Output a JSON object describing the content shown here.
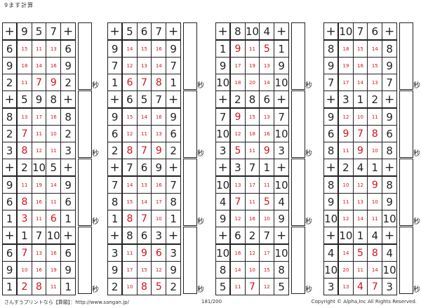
{
  "header": {
    "title": "9ます計算"
  },
  "seconds_label": "秒",
  "rows": [
    [
      {
        "op": "+",
        "top": [
          "9",
          "5",
          "7",
          "+"
        ],
        "left": [
          "6",
          "9",
          "2"
        ],
        "right": [
          "6",
          "9",
          "2"
        ],
        "cells": [
          [
            "15",
            "11",
            "13"
          ],
          [
            "18",
            "14",
            "16"
          ],
          [
            "11",
            "7",
            "9"
          ]
        ],
        "big": [
          [
            0,
            0,
            0
          ],
          [
            0,
            0,
            0
          ],
          [
            0,
            1,
            1
          ]
        ]
      },
      {
        "op": "+",
        "top": [
          "5",
          "6",
          "7",
          "+"
        ],
        "left": [
          "9",
          "7",
          "1"
        ],
        "right": [
          "9",
          "7",
          "1"
        ],
        "cells": [
          [
            "14",
            "15",
            "16"
          ],
          [
            "12",
            "13",
            "14"
          ],
          [
            "6",
            "7",
            "8"
          ]
        ],
        "big": [
          [
            0,
            0,
            0
          ],
          [
            0,
            0,
            0
          ],
          [
            1,
            1,
            1
          ]
        ]
      },
      {
        "op": "+",
        "top": [
          "8",
          "10",
          "4",
          "+"
        ],
        "left": [
          "1",
          "9",
          "10"
        ],
        "right": [
          "1",
          "9",
          "10"
        ],
        "cells": [
          [
            "9",
            "11",
            "5"
          ],
          [
            "17",
            "19",
            "13"
          ],
          [
            "18",
            "20",
            "14"
          ]
        ],
        "big": [
          [
            1,
            0,
            1
          ],
          [
            0,
            0,
            0
          ],
          [
            0,
            0,
            0
          ]
        ]
      },
      {
        "op": "+",
        "top": [
          "10",
          "7",
          "6",
          "+"
        ],
        "left": [
          "8",
          "9",
          "7"
        ],
        "right": [
          "8",
          "9",
          "7"
        ],
        "cells": [
          [
            "18",
            "15",
            "14"
          ],
          [
            "19",
            "16",
            "15"
          ],
          [
            "17",
            "14",
            "13"
          ]
        ],
        "big": [
          [
            0,
            0,
            0
          ],
          [
            0,
            0,
            0
          ],
          [
            0,
            0,
            0
          ]
        ]
      }
    ],
    [
      {
        "op": "+",
        "top": [
          "5",
          "9",
          "8",
          "+"
        ],
        "left": [
          "8",
          "2",
          "3"
        ],
        "right": [
          "8",
          "2",
          "3"
        ],
        "cells": [
          [
            "13",
            "17",
            "16"
          ],
          [
            "7",
            "11",
            "10"
          ],
          [
            "8",
            "12",
            "11"
          ]
        ],
        "big": [
          [
            0,
            0,
            0
          ],
          [
            1,
            0,
            0
          ],
          [
            1,
            0,
            0
          ]
        ]
      },
      {
        "op": "+",
        "top": [
          "6",
          "5",
          "7",
          "+"
        ],
        "left": [
          "9",
          "6",
          "2"
        ],
        "right": [
          "9",
          "6",
          "2"
        ],
        "cells": [
          [
            "15",
            "14",
            "16"
          ],
          [
            "12",
            "11",
            "13"
          ],
          [
            "8",
            "7",
            "9"
          ]
        ],
        "big": [
          [
            0,
            0,
            0
          ],
          [
            0,
            0,
            0
          ],
          [
            1,
            1,
            1
          ]
        ]
      },
      {
        "op": "+",
        "top": [
          "2",
          "8",
          "6",
          "+"
        ],
        "left": [
          "7",
          "10",
          "3"
        ],
        "right": [
          "7",
          "10",
          "3"
        ],
        "cells": [
          [
            "9",
            "15",
            "13"
          ],
          [
            "12",
            "18",
            "16"
          ],
          [
            "5",
            "11",
            "9"
          ]
        ],
        "big": [
          [
            1,
            0,
            0
          ],
          [
            0,
            0,
            0
          ],
          [
            1,
            0,
            1
          ]
        ]
      },
      {
        "op": "+",
        "top": [
          "3",
          "1",
          "2",
          "+"
        ],
        "left": [
          "9",
          "6",
          "8"
        ],
        "right": [
          "9",
          "6",
          "8"
        ],
        "cells": [
          [
            "12",
            "10",
            "11"
          ],
          [
            "9",
            "7",
            "8"
          ],
          [
            "11",
            "9",
            "10"
          ]
        ],
        "big": [
          [
            0,
            0,
            0
          ],
          [
            1,
            1,
            1
          ],
          [
            0,
            1,
            0
          ]
        ]
      }
    ],
    [
      {
        "op": "+",
        "top": [
          "2",
          "10",
          "5",
          "+"
        ],
        "left": [
          "9",
          "6",
          "1"
        ],
        "right": [
          "9",
          "6",
          "1"
        ],
        "cells": [
          [
            "11",
            "19",
            "14"
          ],
          [
            "8",
            "16",
            "11"
          ],
          [
            "3",
            "11",
            "6"
          ]
        ],
        "big": [
          [
            0,
            0,
            0
          ],
          [
            1,
            0,
            0
          ],
          [
            1,
            0,
            1
          ]
        ]
      },
      {
        "op": "+",
        "top": [
          "7",
          "6",
          "9",
          "+"
        ],
        "left": [
          "7",
          "8",
          "1"
        ],
        "right": [
          "7",
          "8",
          "1"
        ],
        "cells": [
          [
            "14",
            "13",
            "16"
          ],
          [
            "15",
            "14",
            "17"
          ],
          [
            "8",
            "7",
            "10"
          ]
        ],
        "big": [
          [
            0,
            0,
            0
          ],
          [
            0,
            0,
            0
          ],
          [
            1,
            1,
            0
          ]
        ]
      },
      {
        "op": "+",
        "top": [
          "3",
          "7",
          "1",
          "+"
        ],
        "left": [
          "10",
          "4",
          "9"
        ],
        "right": [
          "10",
          "4",
          "9"
        ],
        "cells": [
          [
            "13",
            "17",
            "11"
          ],
          [
            "7",
            "11",
            "5"
          ],
          [
            "12",
            "16",
            "10"
          ]
        ],
        "big": [
          [
            0,
            0,
            0
          ],
          [
            1,
            0,
            1
          ],
          [
            0,
            0,
            0
          ]
        ]
      },
      {
        "op": "+",
        "top": [
          "2",
          "4",
          "1",
          "+"
        ],
        "left": [
          "8",
          "9",
          "10"
        ],
        "right": [
          "8",
          "9",
          "10"
        ],
        "cells": [
          [
            "10",
            "12",
            "9"
          ],
          [
            "11",
            "13",
            "10"
          ],
          [
            "12",
            "14",
            "11"
          ]
        ],
        "big": [
          [
            0,
            0,
            1
          ],
          [
            0,
            0,
            0
          ],
          [
            0,
            0,
            0
          ]
        ]
      }
    ],
    [
      {
        "op": "+",
        "top": [
          "1",
          "7",
          "10",
          "+"
        ],
        "left": [
          "6",
          "9",
          "1"
        ],
        "right": [
          "6",
          "9",
          "1"
        ],
        "cells": [
          [
            "7",
            "13",
            "16"
          ],
          [
            "10",
            "16",
            "19"
          ],
          [
            "2",
            "8",
            "11"
          ]
        ],
        "big": [
          [
            1,
            0,
            0
          ],
          [
            0,
            0,
            0
          ],
          [
            1,
            1,
            0
          ]
        ]
      },
      {
        "op": "+",
        "top": [
          "8",
          "6",
          "3",
          "+"
        ],
        "left": [
          "3",
          "9",
          "2"
        ],
        "right": [
          "3",
          "9",
          "2"
        ],
        "cells": [
          [
            "11",
            "9",
            "6"
          ],
          [
            "17",
            "15",
            "12"
          ],
          [
            "10",
            "8",
            "5"
          ]
        ],
        "big": [
          [
            0,
            1,
            1
          ],
          [
            0,
            0,
            0
          ],
          [
            0,
            1,
            1
          ]
        ]
      },
      {
        "op": "+",
        "top": [
          "6",
          "2",
          "7",
          "+"
        ],
        "left": [
          "10",
          "8",
          "5"
        ],
        "right": [
          "10",
          "8",
          "5"
        ],
        "cells": [
          [
            "16",
            "12",
            "17"
          ],
          [
            "14",
            "10",
            "15"
          ],
          [
            "11",
            "7",
            "12"
          ]
        ],
        "big": [
          [
            0,
            0,
            0
          ],
          [
            0,
            0,
            0
          ],
          [
            0,
            1,
            0
          ]
        ]
      },
      {
        "op": "+",
        "top": [
          "10",
          "1",
          "4",
          "+"
        ],
        "left": [
          "4",
          "10",
          "3"
        ],
        "right": [
          "4",
          "10",
          "3"
        ],
        "cells": [
          [
            "14",
            "5",
            "8"
          ],
          [
            "20",
            "11",
            "14"
          ],
          [
            "13",
            "4",
            "7"
          ]
        ],
        "big": [
          [
            0,
            1,
            1
          ],
          [
            0,
            0,
            0
          ],
          [
            0,
            1,
            1
          ]
        ]
      }
    ]
  ],
  "footer": {
    "site": "さんすうプリントなら【算願】：http://www.sangan.jp/",
    "page": "181/200",
    "copyright": "Copyright © Alpha,Inc All Rights Reserved."
  }
}
